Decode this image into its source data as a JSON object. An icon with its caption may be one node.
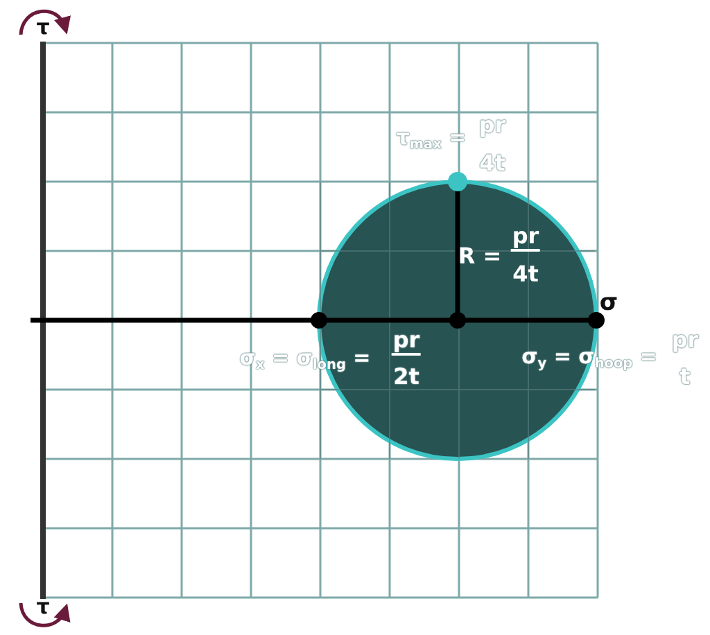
{
  "diagram": {
    "labels": [
      "τ",
      "τ$_{max}$ =",
      "pr",
      "4t",
      "R =",
      "pr",
      "4t",
      "σ",
      "σ$_{x}$ = σ$_{long}$ =",
      "pr",
      "2t",
      "σ$_{y}$ = σ$_{hoop}$ =",
      "pr",
      "t",
      "τ"
    ]
  }
}
